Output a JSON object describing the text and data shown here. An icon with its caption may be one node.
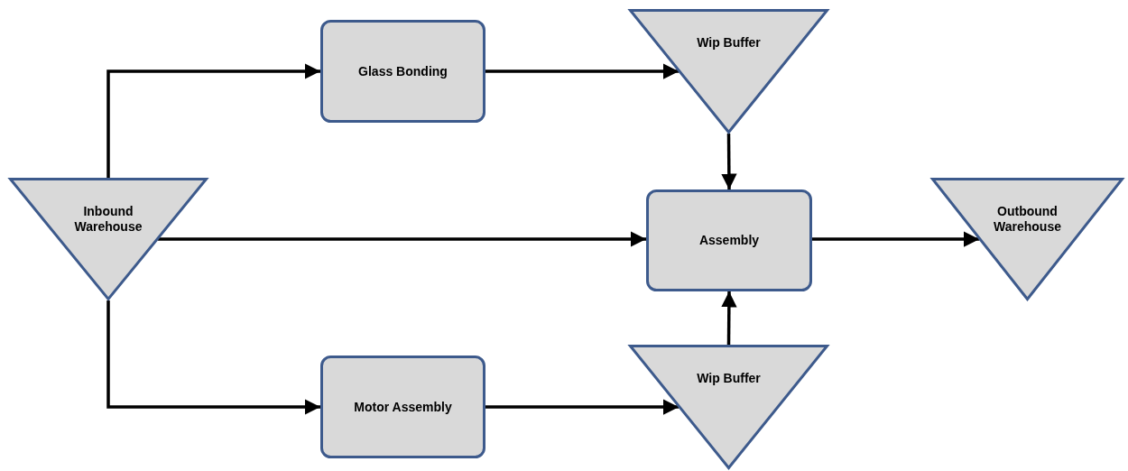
{
  "diagram": {
    "nodes": [
      {
        "text": [
          "Inbound Warehouse"
        ]
      },
      {
        "text": [
          "Glass Bonding"
        ]
      },
      {
        "text": [
          "Wip Buffer"
        ]
      },
      {
        "text": [
          "Assembly"
        ]
      },
      {
        "text": [
          "Outbound Warehouse"
        ]
      },
      {
        "text": [
          "Motor Assembly"
        ]
      },
      {
        "text": [
          "Wip Buffer"
        ]
      }
    ],
    "edges": [
      {
        "from": 0,
        "to": 1,
        "arrow": "to"
      },
      {
        "from": 1,
        "to": 2,
        "arrow": "to"
      },
      {
        "from": 2,
        "to": 3,
        "arrow": "to"
      },
      {
        "from": 0,
        "to": 3,
        "arrow": "to"
      },
      {
        "from": 0,
        "to": 5,
        "arrow": "to"
      },
      {
        "from": 5,
        "to": 6,
        "arrow": "to"
      },
      {
        "from": 6,
        "to": 3,
        "arrow": "to"
      },
      {
        "from": 3,
        "to": 4,
        "arrow": "to"
      }
    ]
  }
}
